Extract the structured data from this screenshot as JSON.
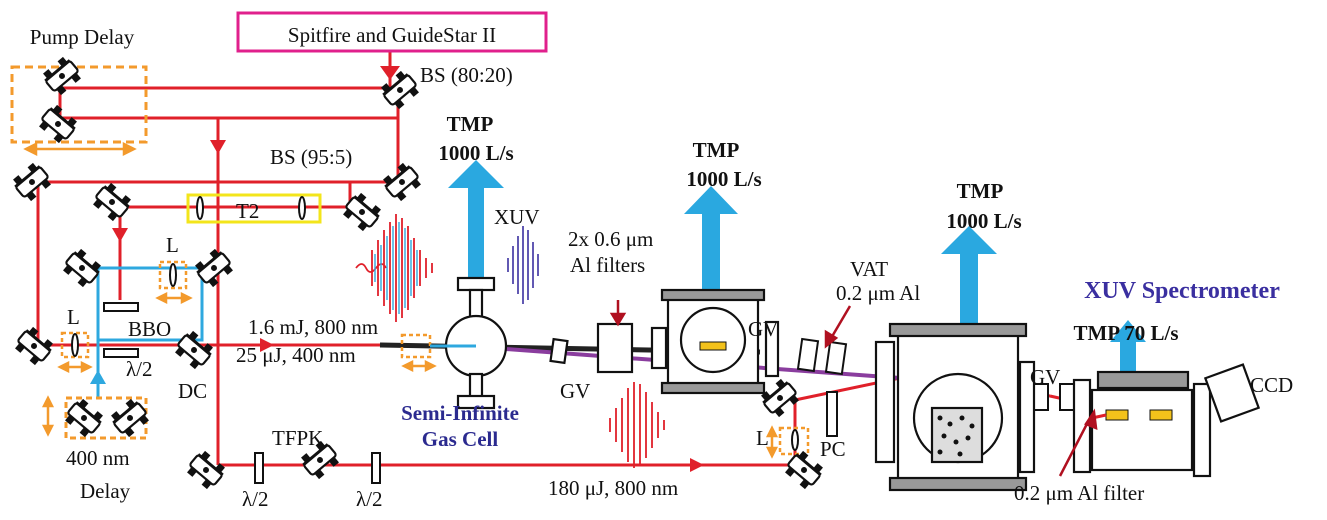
{
  "colors": {
    "beam_red": "#e0202a",
    "beam_blue": "#2ea8df",
    "xuv_purple": "#8a3d9e",
    "box_magenta": "#e0208c",
    "box_yellow": "#f3e51b",
    "stage_orange": "#f39a2c",
    "pump_arrow": "#2aa8e0",
    "label_blue": "#2b2a8f"
  },
  "labels": {
    "laser_box": "Spitfire and GuideStar II",
    "pump_delay": "Pump Delay",
    "bs_80_20": "BS (80:20)",
    "bs_95_5": "BS (95:5)",
    "t2": "T2",
    "l_left": "L",
    "l_upper": "L",
    "l_right": "L",
    "bbo": "BBO",
    "half_wave_a": "λ/2",
    "half_wave_b": "λ/2",
    "half_wave_c": "λ/2",
    "dc": "DC",
    "delay_400_line1": "400 nm",
    "delay_400_line2": "Delay",
    "tfpk": "TFPK",
    "beam_800": "1.6 mJ, 800 nm",
    "beam_400": "25 μJ, 400 nm",
    "beam_180": "180 μJ, 800 nm",
    "xuv": "XUV",
    "tmp1_line1": "TMP",
    "tmp1_line2": "1000 L/s",
    "tmp2_line1": "TMP",
    "tmp2_line2": "1000 L/s",
    "tmp3_line1": "TMP",
    "tmp3_line2": "1000 L/s",
    "tmp4": "TMP 70 L/s",
    "filters_line1": "2x 0.6 μm",
    "filters_line2": "Al filters",
    "vat_line1": "VAT",
    "vat_line2": "0.2 μm Al",
    "gv1": "GV",
    "gv2": "GV",
    "gv3": "GV",
    "gas_cell_line1": "Semi-Infinite",
    "gas_cell_line2": "Gas Cell",
    "spectrometer": "XUV Spectrometer",
    "pc": "PC",
    "ccd": "CCD",
    "al_filter": "0.2 μm Al filter"
  }
}
